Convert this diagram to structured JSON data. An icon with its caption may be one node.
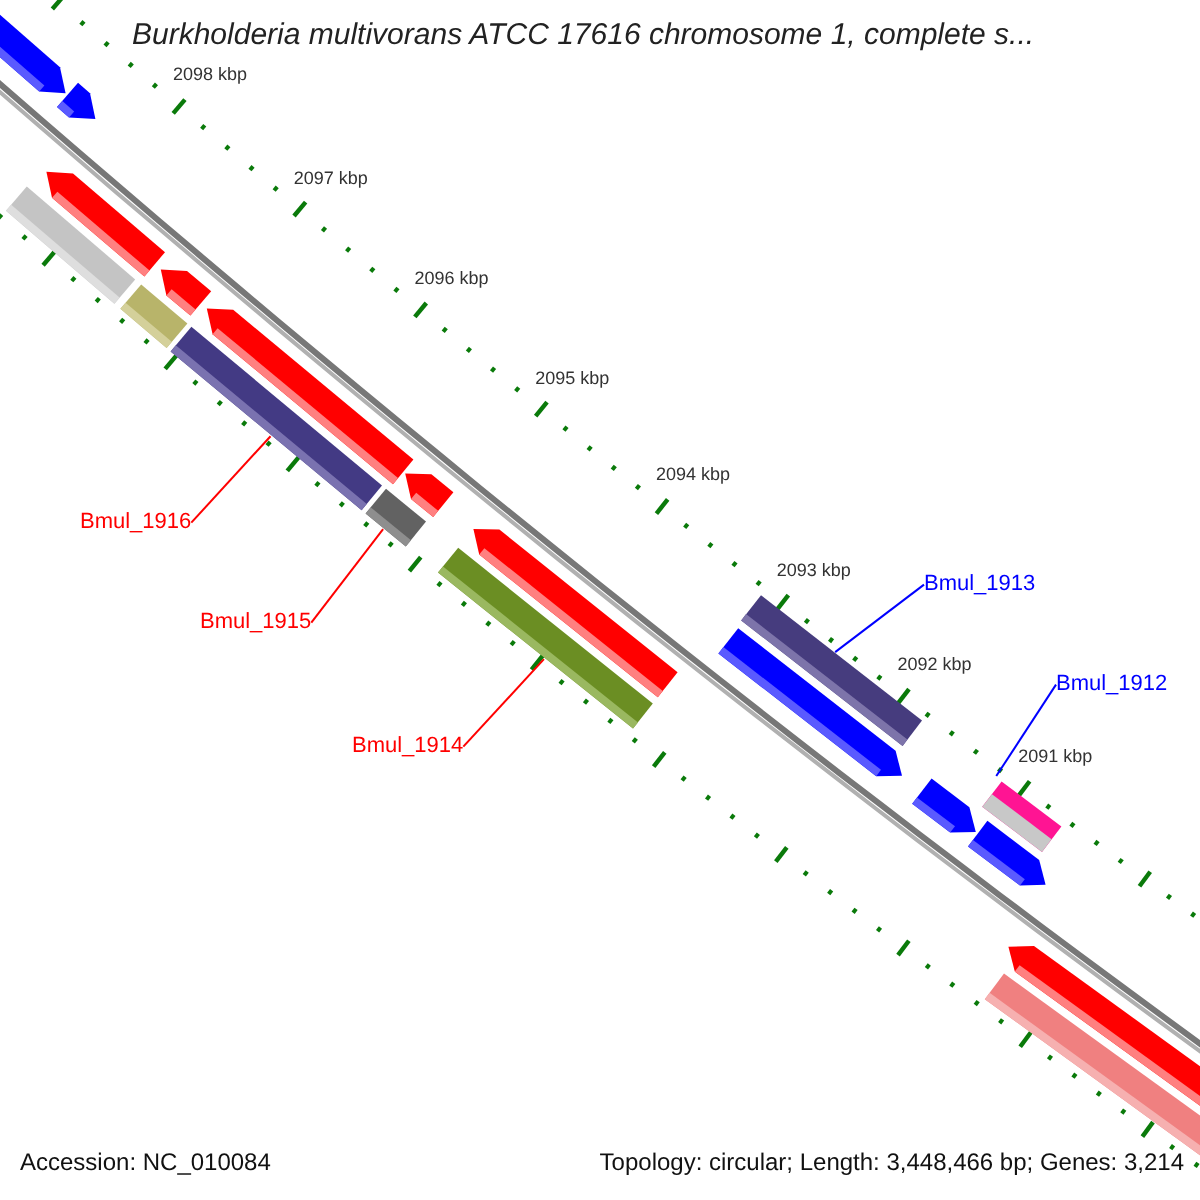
{
  "diagram": {
    "title": "Burkholderia multivorans ATCC 17616 chromosome 1, complete s...",
    "nodes": [
      {
        "text": [
          "Bmul_1916"
        ]
      },
      {
        "text": [
          "Bmul_1915"
        ]
      },
      {
        "text": [
          "Bmul_1914"
        ]
      },
      {
        "text": [
          "Bmul_1913"
        ]
      },
      {
        "text": [
          "Bmul_1912"
        ]
      },
      {
        "text": [],
        "shape": "bar"
      },
      {
        "text": [],
        "shape": "bar"
      },
      {
        "text": [],
        "shape": "bar"
      },
      {
        "text": [],
        "shape": "bar"
      },
      {
        "text": [],
        "shape": "bar"
      }
    ],
    "edges": [
      {
        "from": 0,
        "to": 5,
        "arrow": "none"
      },
      {
        "from": 1,
        "to": 6,
        "arrow": "none"
      },
      {
        "from": 2,
        "to": 7,
        "arrow": "none"
      },
      {
        "from": 3,
        "to": 8,
        "arrow": "none",
        "color": "#0000ff"
      },
      {
        "from": 4,
        "to": 9,
        "arrow": "none",
        "color": "#0000ff"
      }
    ],
    "labels": [
      "2098 kbp",
      "2097 kbp",
      "2096 kbp",
      "2095 kbp",
      "2094 kbp",
      "2093 kbp",
      "2092 kbp",
      "2091 kbp",
      "Accession: NC_010084",
      "Topology: circular; Length: 3,448,466 bp; Genes: 3,214"
    ]
  }
}
